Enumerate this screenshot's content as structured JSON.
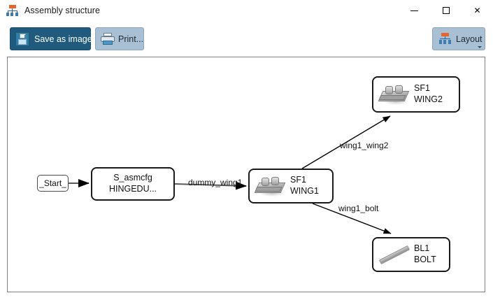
{
  "window": {
    "title": "Assembly structure",
    "icon": "org-chart-icon",
    "caption_buttons": [
      {
        "name": "minimize",
        "glyph": "—"
      },
      {
        "name": "maximize",
        "glyph": "□"
      },
      {
        "name": "close",
        "glyph": "✕"
      }
    ]
  },
  "toolbar": {
    "save_label": "Save as image...",
    "save_icon": "floppy-disk-icon",
    "print_label": "Print...",
    "print_icon": "printer-icon",
    "layout_label": "Layout",
    "layout_icon": "org-chart-icon",
    "layout_has_dropdown": true,
    "colors": {
      "save_bg": "#205a7d",
      "save_fg": "#ffffff",
      "secondary_bg": "#a9c0d4",
      "secondary_fg": "#1d2a33",
      "accent_orange": "#e8642a",
      "accent_blue": "#3c7cb4"
    }
  },
  "diagram": {
    "nodes": [
      {
        "id": "start",
        "label": "_Start_",
        "icon": null,
        "shape": "rounded-rect-small"
      },
      {
        "id": "asmcfg",
        "line1": "S_asmcfg",
        "line2": "HINGEDU...",
        "icon": null,
        "shape": "rounded-rect"
      },
      {
        "id": "wing1",
        "line1": "SF1",
        "line2": "WING1",
        "icon": "wing-part-icon",
        "shape": "rounded-rect"
      },
      {
        "id": "wing2",
        "line1": "SF1",
        "line2": "WING2",
        "icon": "wing-part-icon",
        "shape": "rounded-rect"
      },
      {
        "id": "bolt",
        "line1": "BL1",
        "line2": "BOLT",
        "icon": "bolt-part-icon",
        "shape": "rounded-rect"
      }
    ],
    "edges": [
      {
        "from": "start",
        "to": "asmcfg",
        "label": ""
      },
      {
        "from": "asmcfg",
        "to": "wing1",
        "label": "dummy_wing1"
      },
      {
        "from": "wing1",
        "to": "wing2",
        "label": "wing1_wing2"
      },
      {
        "from": "wing1",
        "to": "bolt",
        "label": "wing1_bolt"
      }
    ]
  }
}
